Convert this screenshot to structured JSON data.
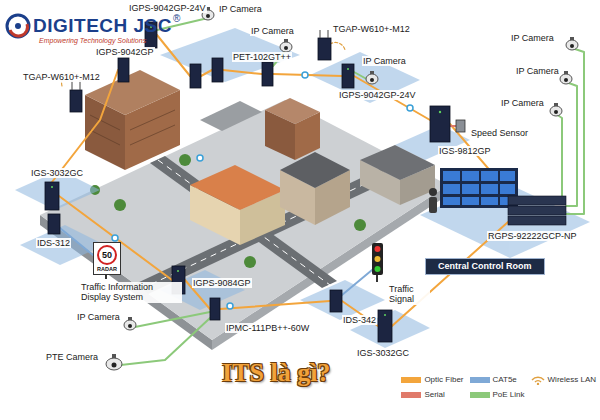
{
  "diagram": {
    "title": "ITS là gì?",
    "nodes": [
      {
        "text": [
          "50",
          "RADAR"
        ]
      },
      {
        "text": [
          "Central Control Room"
        ]
      }
    ],
    "labels": [
      "DIGITECH JSC",
      "®",
      "Empowering Technology Solutions",
      "IGPS-9042GP-24V",
      "IP Camera",
      "TGAP-W610+-M12",
      "IP Camera",
      "PET-102GT++",
      "IGPS-9042GP",
      "TGAP-W610+-M12",
      "IP Camera",
      "IGPS-9042GP-24V",
      "IP Camera",
      "IP Camera",
      "IP Camera",
      "Speed Sensor",
      "IGS-9812GP",
      "RGPS-92222GCP-NP",
      "IGS-3032GC",
      "IDS-312",
      "Traffic Information Display System",
      "IGPS-9084GP",
      "IP Camera",
      "IPMC-111PB++-60W",
      "IDS-342",
      "Traffic Signal",
      "IGS-3032GC",
      "PTE Camera"
    ],
    "legend": [
      {
        "text": "Optic Fiber",
        "color": "#f3a53c"
      },
      {
        "text": "CAT5e",
        "color": "#7fa9d6"
      },
      {
        "text": "Wireless LAN"
      },
      {
        "text": "Serial",
        "color": "#e07a6a"
      },
      {
        "text": "PoE Link",
        "color": "#8cc97a"
      }
    ]
  }
}
